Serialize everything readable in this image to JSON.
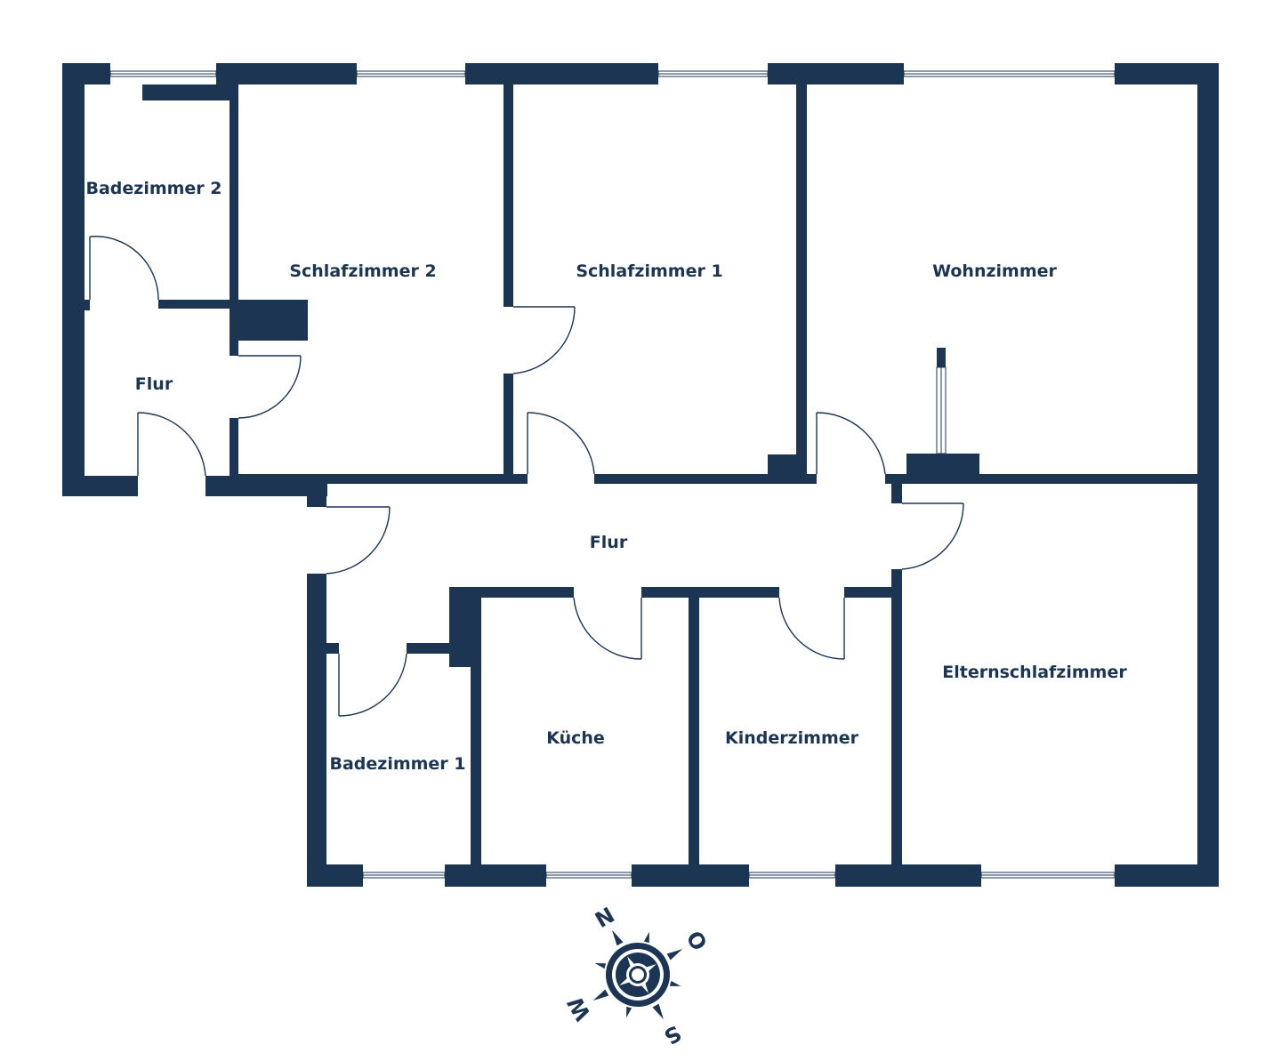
{
  "colors": {
    "wall": "#1b3553",
    "background": "#ffffff",
    "window_line": "#8a97a6"
  },
  "rooms": {
    "badezimmer_2": "Badezimmer 2",
    "schlafzimmer_2": "Schlafzimmer 2",
    "schlafzimmer_1": "Schlafzimmer 1",
    "wohnzimmer": "Wohnzimmer",
    "flur_west": "Flur",
    "flur_central": "Flur",
    "elternschlafzimmer": "Elternschlafzimmer",
    "badezimmer_1": "Badezimmer 1",
    "kueche": "Küche",
    "kinderzimmer": "Kinderzimmer"
  },
  "compass": {
    "icon": "compass-rose-icon",
    "north": "N",
    "east": "O",
    "south": "S",
    "west": "W"
  }
}
